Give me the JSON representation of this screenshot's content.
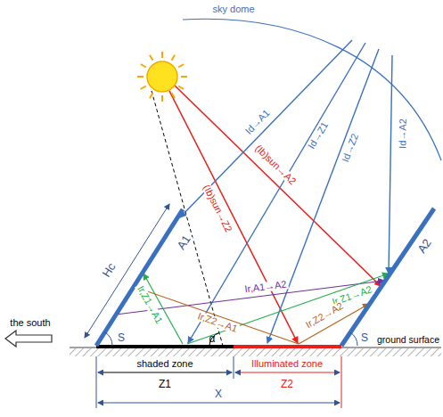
{
  "diagram": {
    "labels": [
      "sky dome",
      "A1",
      "A2",
      "Hc",
      "(Ib)sun→A2",
      "(Ib)sun→Z2",
      "Id→A1",
      "Id→Z1",
      "Id→Z2",
      "Id→A2",
      "Ir,A1→A2",
      "Ir,Z2→A1",
      "Ir,Z1→A1",
      "Ir,Z1→A2",
      "Ir,Z2→A2",
      "α",
      "the south",
      "S",
      "S",
      "ground surface",
      "shaded zone",
      "Illuminated zone",
      "Z1",
      "Z2",
      "X"
    ]
  }
}
